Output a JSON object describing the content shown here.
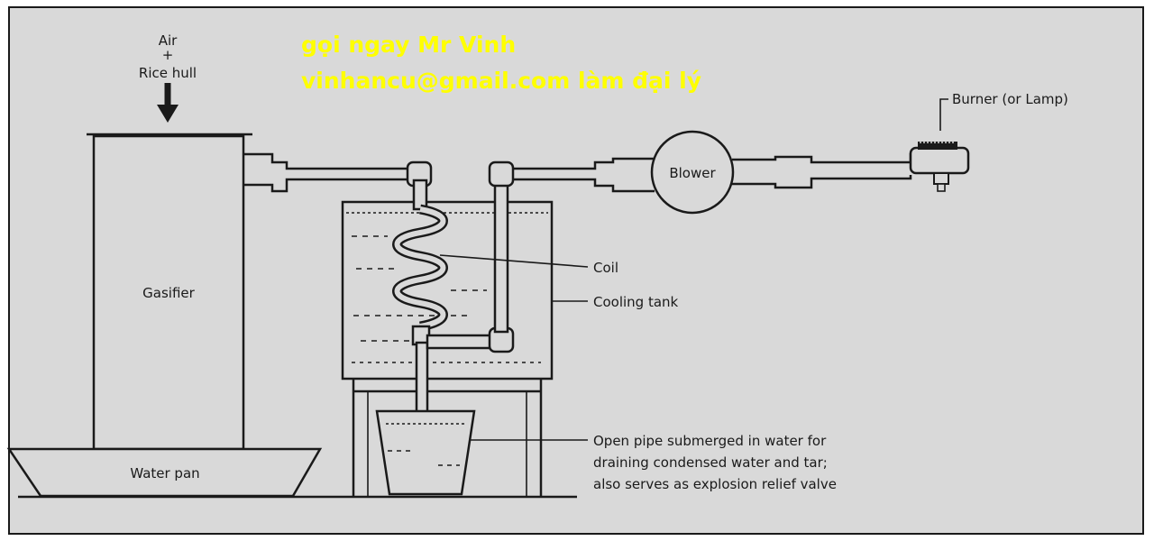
{
  "watermark": {
    "line1": "gọi ngay Mr Vinh",
    "line2": "vinhancu@gmail.com làm đại lý"
  },
  "labels": {
    "air": "Air",
    "plus": "+",
    "rice_hull": "Rice hull",
    "gasifier": "Gasifier",
    "water_pan": "Water pan",
    "blower": "Blower",
    "burner": "Burner (or Lamp)",
    "coil": "Coil",
    "cooling_tank": "Cooling tank",
    "drain_note": [
      "Open pipe submerged in water for",
      "draining condensed water and tar;",
      "also serves as explosion relief valve"
    ]
  },
  "colors": {
    "background": "#d9d9d9",
    "ink": "#1a1a1a",
    "watermark": "#ffff00"
  }
}
